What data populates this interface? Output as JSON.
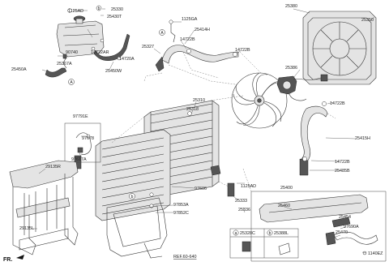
{
  "labels": {
    "p1125AD_a": "1125AD",
    "p25330": "25330",
    "p25430T": "25430T",
    "pB_top": "B",
    "p1125GA": "1125GA",
    "p25380": "25380",
    "p25414H": "25414H",
    "p14722B_a": "14722B",
    "p25327": "25327",
    "p14722B_b": "14722B",
    "p25350": "25350",
    "p90740": "90740",
    "p14722A_r": "14722AR",
    "p14720A": "14720A",
    "p25367A": "25367A",
    "p25450A": "25450A",
    "p25450W": "25450W",
    "p25386": "25386",
    "p14722B_c": "14722B",
    "p25310": "25310",
    "p25318": "25318",
    "p97791E": "97791E",
    "p97678": "97678",
    "p97617A": "97617A",
    "p25415H": "25415H",
    "p14722B_d": "14722B",
    "p25485B": "25485B",
    "p29135R": "29135R",
    "p1125AD_b": "1125AD",
    "p97606": "97606",
    "p25333": "25333",
    "p25400": "25400",
    "p97853A": "97853A",
    "p25336": "25336",
    "p97852C": "97852C",
    "p25460": "25460",
    "p29135L": "29135L",
    "p25454": "25454",
    "p97690A": "97690A",
    "p25470": "25470",
    "p1140EZ": "1140EZ",
    "inset_a_part": "25328C",
    "inset_b_part": "25388L"
  },
  "markers": {
    "A": "A",
    "B": "B",
    "a": "a",
    "b": "b"
  },
  "ref_label": "REF.60-640",
  "direction_label": "FR."
}
